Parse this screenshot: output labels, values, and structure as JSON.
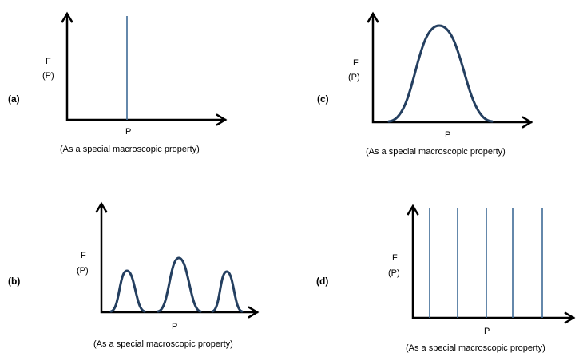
{
  "panels": {
    "a": {
      "tag": "(a)",
      "y_label_1": "F",
      "y_label_2": "(P)",
      "x_label": "P",
      "caption": "(As a special macroscopic property)"
    },
    "b": {
      "tag": "(b)",
      "y_label_1": "F",
      "y_label_2": "(P)",
      "x_label": "P",
      "caption": "(As a special macroscopic property)"
    },
    "c": {
      "tag": "(c)",
      "y_label_1": "F",
      "y_label_2": "(P)",
      "x_label": "P",
      "caption": "(As a special macroscopic property)"
    },
    "d": {
      "tag": "(d)",
      "y_label_1": "F",
      "y_label_2": "(P)",
      "x_label": "P",
      "caption": "(As a special macroscopic property)"
    }
  },
  "colors": {
    "axis": "#000000",
    "spike": "#3e6a96",
    "curve": "#243f60"
  }
}
